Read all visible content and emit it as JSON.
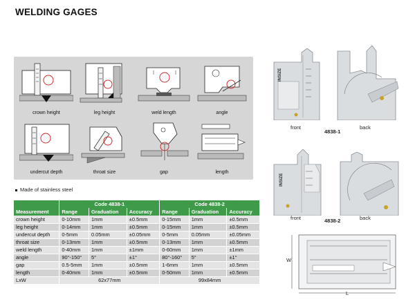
{
  "page": {
    "title": "WELDING GAGES"
  },
  "usage": {
    "items": [
      {
        "label": "crown height"
      },
      {
        "label": "leg height"
      },
      {
        "label": "weld length"
      },
      {
        "label": "angle"
      },
      {
        "label": "undercut depth"
      },
      {
        "label": "throat size"
      },
      {
        "label": "gap"
      },
      {
        "label": "length"
      }
    ]
  },
  "features": {
    "material": "Made of stainless steel"
  },
  "table": {
    "codes": [
      "Code 4838-1",
      "Code 4838-2"
    ],
    "headers": [
      "Measurement",
      "Range",
      "Graduation",
      "Accuracy",
      "Range",
      "Graduation",
      "Accuracy"
    ],
    "rows": [
      [
        "crown height",
        "0-10mm",
        "1mm",
        "±0.5mm",
        "0-15mm",
        "1mm",
        "±0.5mm"
      ],
      [
        "leg height",
        "0-14mm",
        "1mm",
        "±0.5mm",
        "0-15mm",
        "1mm",
        "±0.5mm"
      ],
      [
        "undercut depth",
        "0-5mm",
        "0.05mm",
        "±0.05mm",
        "0-5mm",
        "0.05mm",
        "±0.05mm"
      ],
      [
        "throat size",
        "0-13mm",
        "1mm",
        "±0.5mm",
        "0-13mm",
        "1mm",
        "±0.5mm"
      ],
      [
        "weld length",
        "0-40mm",
        "1mm",
        "±1mm",
        "0-60mm",
        "1mm",
        "±1mm"
      ],
      [
        "angle",
        "90°-150°",
        "5°",
        "±1°",
        "80°-160°",
        "5°",
        "±1°"
      ],
      [
        "gap",
        "0.5-5mm",
        "1mm",
        "±0.5mm",
        "1-6mm",
        "1mm",
        "±0.5mm"
      ],
      [
        "length",
        "0-40mm",
        "1mm",
        "±0.5mm",
        "0-50mm",
        "1mm",
        "±0.5mm"
      ]
    ],
    "lxw": {
      "label": "LxW",
      "size1": "62x77mm",
      "size2": "99x84mm"
    }
  },
  "products": {
    "model1": {
      "code": "4838-1",
      "front": "front",
      "back": "back"
    },
    "model2": {
      "code": "4838-2",
      "front": "front",
      "back": "back"
    },
    "dimension": {
      "length": "L",
      "width": "W"
    }
  },
  "colors": {
    "header_green": "#3f9b4a",
    "panel_gray": "#d6d6d6",
    "marker_red": "#d42a2a"
  }
}
